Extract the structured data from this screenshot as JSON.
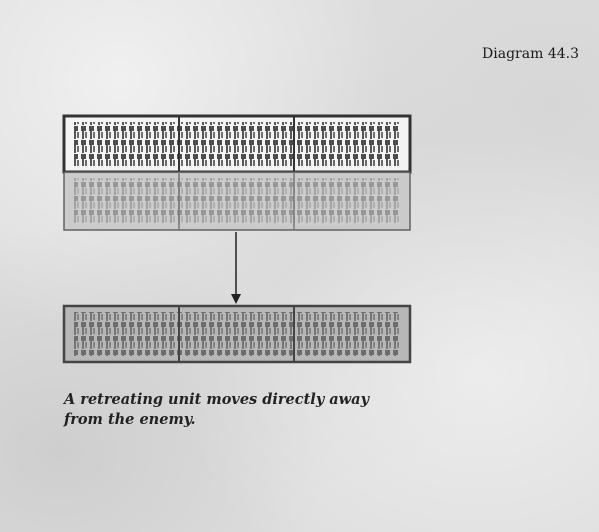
{
  "figure": {
    "label": "Diagram 44.3"
  },
  "caption": {
    "lines": [
      "A retreating unit moves directly away",
      "from the enemy."
    ]
  },
  "colors": {
    "front_fill": "#f4f4f4",
    "rear_fill": "#c9c9c9",
    "retreat_fill": "#b7b7b7",
    "border": "#333333",
    "figure_ink": "#3a3a3a"
  },
  "icons": [
    "infantry-figure-icon",
    "arrow-down-icon"
  ]
}
